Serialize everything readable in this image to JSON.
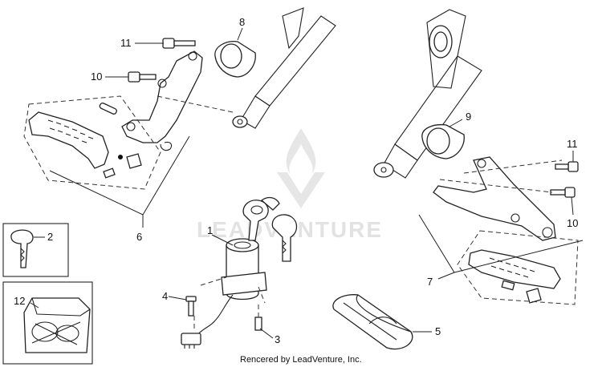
{
  "watermark": {
    "text": "LEADVENTURE"
  },
  "credit": {
    "text": "Rencered by LeadVenture, Inc."
  },
  "callouts": [
    "1",
    "2",
    "3",
    "4",
    "5",
    "6",
    "7",
    "8",
    "9",
    "10",
    "11",
    "12",
    "10",
    "11"
  ],
  "colors": {
    "line": "#222222",
    "watermark": "#e2e2e2",
    "background": "#ffffff"
  }
}
